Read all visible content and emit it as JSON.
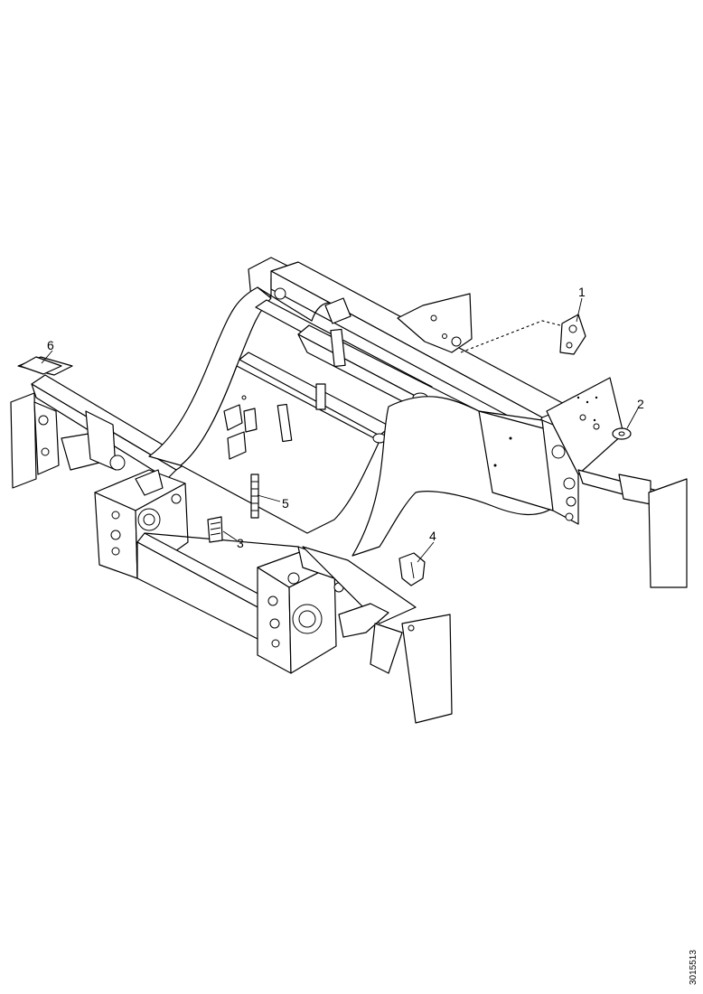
{
  "callouts": [
    {
      "id": "1",
      "label": "1"
    },
    {
      "id": "2",
      "label": "2"
    },
    {
      "id": "3",
      "label": "3"
    },
    {
      "id": "4",
      "label": "4"
    },
    {
      "id": "5",
      "label": "5"
    },
    {
      "id": "6",
      "label": "6"
    }
  ],
  "reference_code": "3015513"
}
